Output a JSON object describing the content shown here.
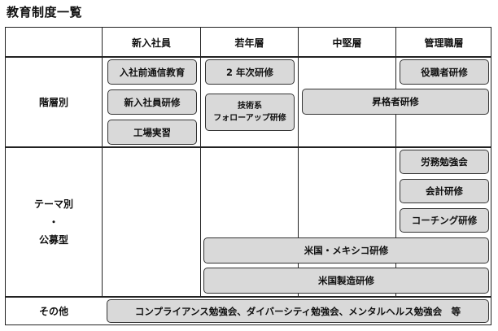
{
  "title": "教育制度一覧",
  "columns": [
    "新入社員",
    "若年層",
    "中堅層",
    "管理職層"
  ],
  "rows": {
    "kaisou": "階層別",
    "theme_line1": "テーマ別",
    "theme_line2": "・",
    "theme_line3": "公募型",
    "other": "その他"
  },
  "programs": {
    "nyusha_tsushin": "入社前通信教育",
    "shinnyu_kenshu": "新入社員研修",
    "kojo_jisshu": "工場実習",
    "ninen_kenshu": "2 年次研修",
    "gijutsu_line1": "技術系",
    "gijutsu_line2": "フォローアップ研修",
    "yakushoku": "役職者研修",
    "shokaku": "昇格者研修",
    "romu": "労務勉強会",
    "kaikei": "会計研修",
    "coaching": "コーチング研修",
    "bei_mexico": "米国・メキシコ研修",
    "bei_seizo": "米国製造研修",
    "other_study": "コンプライアンス勉強会、ダイバーシティ勉強会、メンタルヘルス勉強会　等"
  }
}
